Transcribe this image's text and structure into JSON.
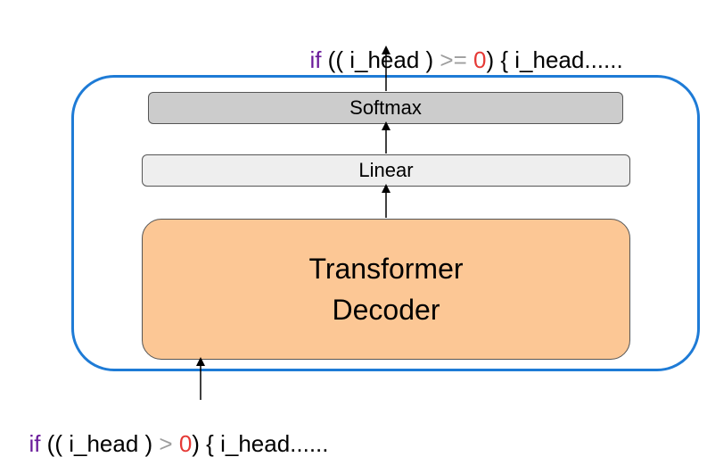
{
  "output_code": {
    "kw": "if",
    "part1": " (( i_head ) ",
    "op": ">=",
    "space": " ",
    "num": "0",
    "part2": ") { i_head......"
  },
  "input_code": {
    "kw": "if",
    "part1": " (( i_head ) ",
    "op": ">",
    "space": " ",
    "num": "0",
    "part2": ") { i_head......"
  },
  "layers": {
    "softmax": "Softmax",
    "linear": "Linear",
    "decoder_line1": "Transformer",
    "decoder_line2": "Decoder"
  },
  "colors": {
    "keyword": "#6a1b9a",
    "operator": "#9e9e9e",
    "number": "#e53935",
    "frame": "#1e7bd6",
    "softmax_fill": "#cccccc",
    "linear_fill": "#eeeeee",
    "decoder_fill": "#fcc795"
  }
}
